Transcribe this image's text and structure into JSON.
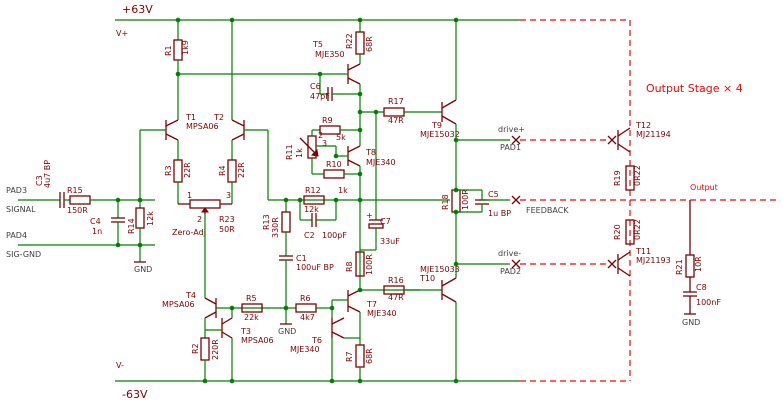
{
  "rails": {
    "pos_label": "+63V",
    "neg_label": "-63V",
    "vplus": "V+",
    "vminus": "V-"
  },
  "ports": {
    "pad3": "PAD3",
    "signal": "SIGNAL",
    "pad4": "PAD4",
    "sig_gnd": "SIG-GND",
    "drive_plus": "drive+",
    "pad1": "PAD1",
    "drive_minus": "drive-",
    "pad2": "PAD2",
    "feedback": "FEEDBACK",
    "output": "Output",
    "gnd": "GND"
  },
  "output_stage_label": "Output Stage  × 4",
  "zero_adj": "Zero-Adj",
  "components": {
    "R1": [
      "R1",
      "1k9"
    ],
    "R2": [
      "R2",
      "220R"
    ],
    "R3": [
      "R3",
      "22R"
    ],
    "R4": [
      "R4",
      "22R"
    ],
    "R5": [
      "R5",
      "22k"
    ],
    "R6": [
      "R6",
      "4k7"
    ],
    "R7": [
      "R7",
      "68R"
    ],
    "R8": [
      "R8",
      "100R"
    ],
    "R9": [
      "R9",
      "5k"
    ],
    "R10": [
      "R10",
      "1k"
    ],
    "R11": [
      "R11",
      "1k"
    ],
    "R12": [
      "R12",
      "12k"
    ],
    "R13": [
      "R13",
      "330R"
    ],
    "R14": [
      "R14",
      "12k"
    ],
    "R15": [
      "R15",
      "150R"
    ],
    "R16": [
      "R16",
      "47R"
    ],
    "R17": [
      "R17",
      "47R"
    ],
    "R18": [
      "R18",
      "100R"
    ],
    "R19": [
      "R19",
      "0R22"
    ],
    "R20": [
      "R20",
      "0R22"
    ],
    "R21": [
      "R21",
      "10R"
    ],
    "R22": [
      "R22",
      "68R"
    ],
    "R23": [
      "R23",
      "50R"
    ],
    "C1": [
      "C1",
      "100uF BP"
    ],
    "C2": [
      "C2",
      "100pF"
    ],
    "C3": [
      "C3",
      "4u7 BP"
    ],
    "C4": [
      "C4",
      "1n"
    ],
    "C5": [
      "C5",
      "1u BP"
    ],
    "C6": [
      "C6",
      "47pF"
    ],
    "C7": [
      "C7",
      "33uF"
    ],
    "C8": [
      "C8",
      "100nF"
    ],
    "T1": [
      "T1",
      "MPSA06"
    ],
    "T2": [
      "T2",
      ""
    ],
    "T3": [
      "T3",
      "MPSA06"
    ],
    "T4": [
      "T4",
      "MPSA06"
    ],
    "T5": [
      "T5",
      "MJE350"
    ],
    "T6": [
      "T6",
      "MJE340"
    ],
    "T7": [
      "T7",
      "MJE340"
    ],
    "T8": [
      "T8",
      "MJE340"
    ],
    "T9": [
      "T9",
      "MJE15032"
    ],
    "T10": [
      "T10",
      "MJE15033"
    ],
    "T11": [
      "T11",
      "MJ21193"
    ],
    "T12": [
      "T12",
      "MJ21194"
    ]
  },
  "pins": {
    "p1": "1",
    "p2": "2",
    "p3": "3"
  }
}
